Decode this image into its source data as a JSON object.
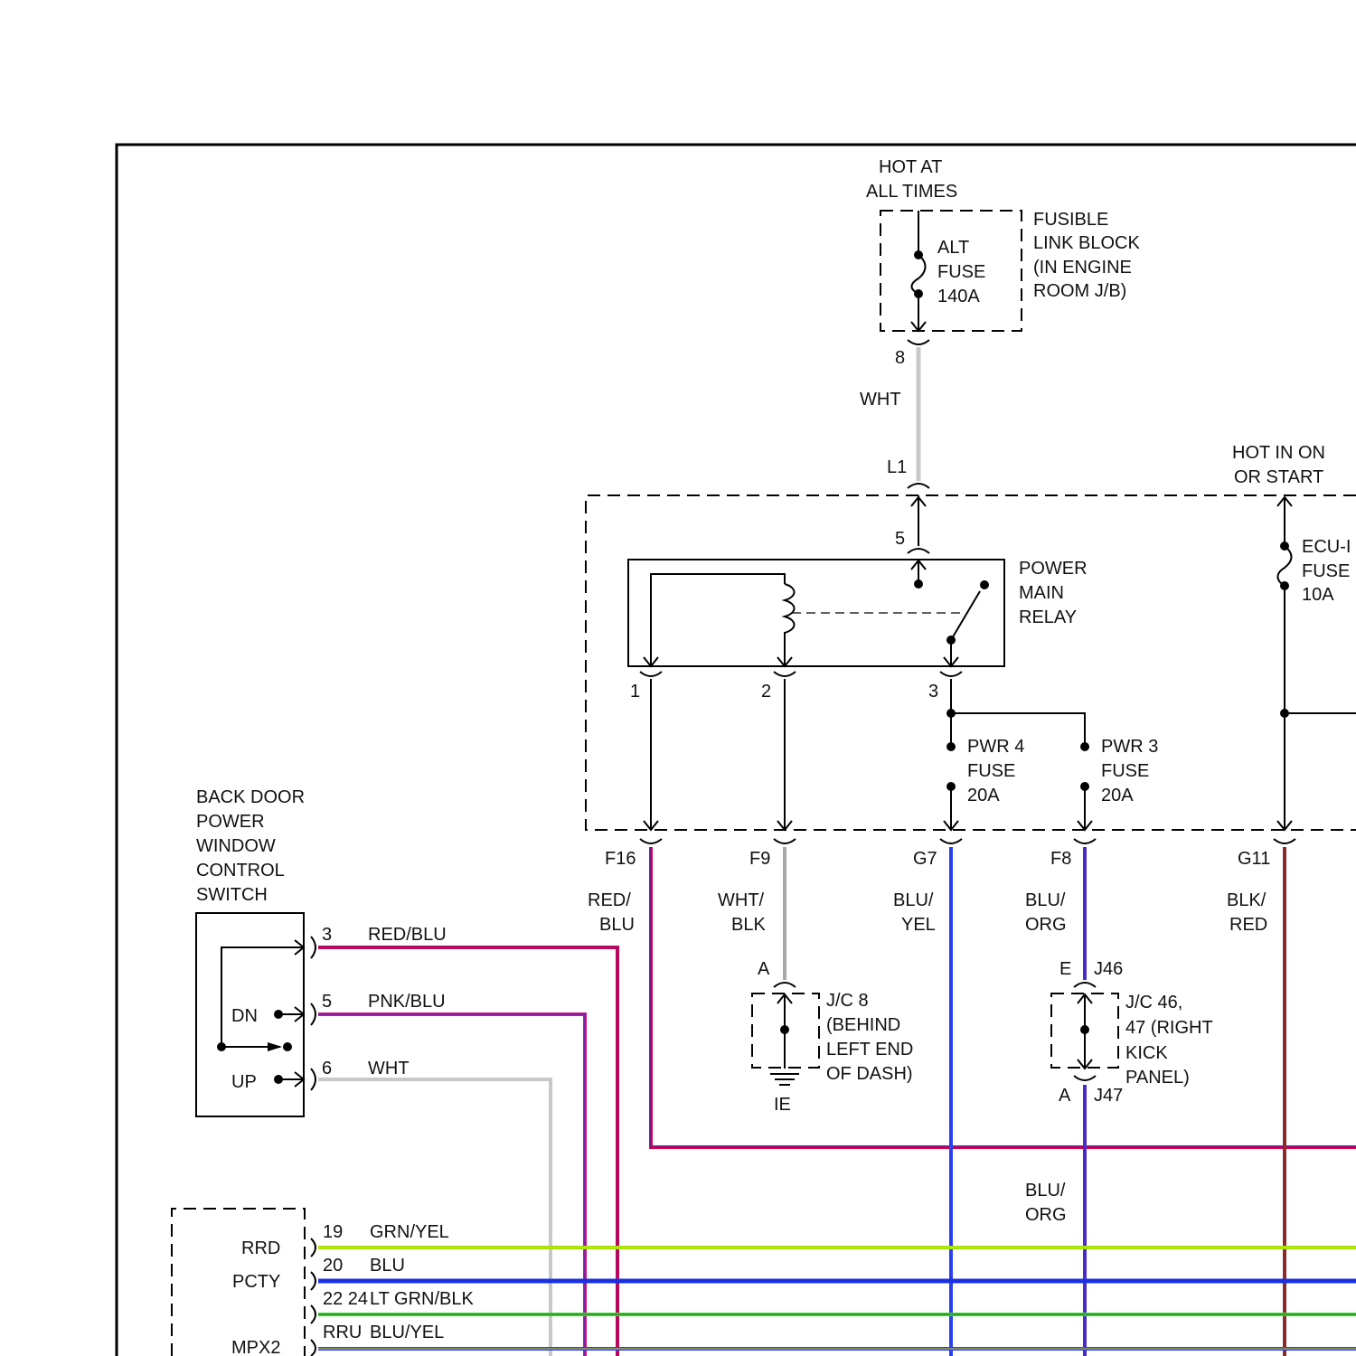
{
  "source": {
    "label_line1": "HOT AT",
    "label_line2": "ALL TIMES"
  },
  "fusible_link_block": {
    "name_lines": [
      "FUSIBLE",
      "LINK BLOCK",
      "(IN ENGINE",
      "ROOM J/B)"
    ],
    "fuse_lines": [
      "ALT",
      "FUSE",
      "140A"
    ],
    "pin": "8"
  },
  "wire_top": {
    "color_label": "WHT",
    "connector": "L1",
    "pin_top": "5"
  },
  "ignition_source": {
    "label_line1": "HOT IN ON",
    "label_line2": "OR START",
    "fuse_lines": [
      "ECU-I",
      "FUSE",
      "10A"
    ]
  },
  "relay": {
    "name_lines": [
      "POWER",
      "MAIN",
      "RELAY"
    ],
    "pins": [
      "1",
      "2",
      "3"
    ]
  },
  "pwr_fuses": [
    {
      "lines": [
        "PWR 4",
        "FUSE",
        "20A"
      ]
    },
    {
      "lines": [
        "PWR 3",
        "FUSE",
        "20A"
      ]
    }
  ],
  "bottom_connectors": [
    {
      "id": "F16",
      "wire": [
        "RED/",
        "BLU"
      ]
    },
    {
      "id": "F9",
      "wire": [
        "WHT/",
        "BLK"
      ]
    },
    {
      "id": "G7",
      "wire": [
        "BLU/",
        "YEL"
      ]
    },
    {
      "id": "F8",
      "wire": [
        "BLU/",
        "ORG"
      ]
    },
    {
      "id": "G11",
      "wire": [
        "BLK/",
        "RED"
      ]
    }
  ],
  "jc8": {
    "pin": "A",
    "lines": [
      "J/C 8",
      "(BEHIND",
      "LEFT END",
      "OF DASH)"
    ],
    "ground": "IE"
  },
  "jc46": {
    "pin_top": "E",
    "top_id": "J46",
    "pin_bottom": "A",
    "bottom_id": "J47",
    "lines": [
      "J/C 46,",
      "47 (RIGHT",
      "KICK",
      "PANEL)"
    ],
    "wire_below": [
      "BLU/",
      "ORG"
    ]
  },
  "switch": {
    "name_lines": [
      "BACK DOOR",
      "POWER",
      "WINDOW",
      "CONTROL",
      "SWITCH"
    ],
    "dn": "DN",
    "up": "UP",
    "pins": [
      {
        "pin": "3",
        "wire": "RED/BLU"
      },
      {
        "pin": "5",
        "wire": "PNK/BLU"
      },
      {
        "pin": "6",
        "wire": "WHT"
      }
    ]
  },
  "lower_module": {
    "labels": [
      "RRD",
      "PCTY",
      "MPX2"
    ],
    "pins": [
      {
        "pin": "19",
        "wire": "GRN/YEL"
      },
      {
        "pin": "20",
        "wire": "BLU"
      },
      {
        "pin": "22 24",
        "wire": "LT GRN/BLK"
      },
      {
        "pin": "RRU",
        "wire": "BLU/YEL"
      }
    ]
  },
  "colors": {
    "red_blu": "#e0003c",
    "pnk_blu": "#d4147a",
    "wht": "#c8c8c8",
    "wht_blk": "#a8a8a8",
    "blu": "#1a2fe0",
    "blu_yel": "#2a40ee",
    "blu_org": "#4a2cc8",
    "blk_red": "#8c2a2a",
    "grn_yel": "#9ce000",
    "lt_grn_blk": "#3cdc2c"
  }
}
